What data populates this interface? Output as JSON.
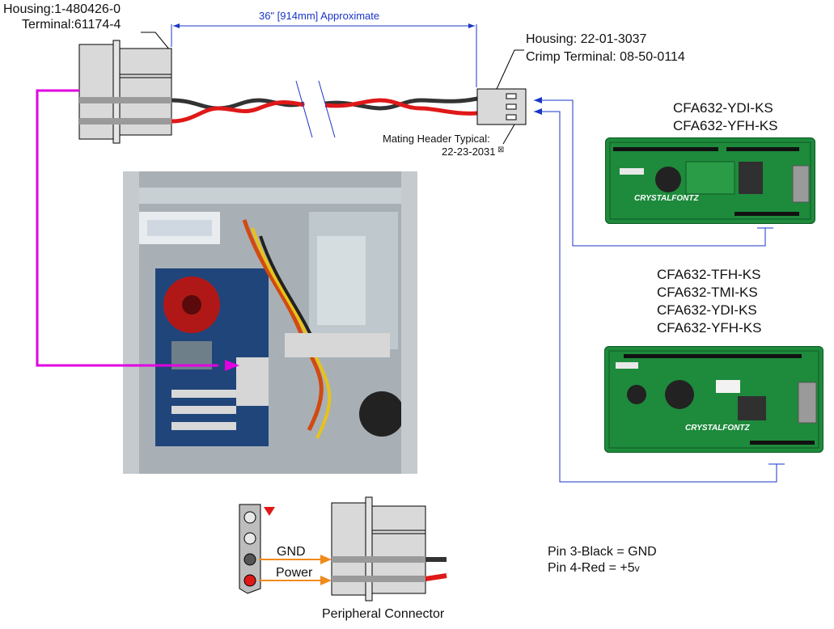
{
  "labels": {
    "housing_left": "Housing:1-480426-0",
    "terminal_left": "Terminal:61174-4",
    "dimension": "36\" [914mm] Approximate",
    "housing_right": "Housing: 22-01-3037",
    "crimp_terminal": "Crimp Terminal: 08-50-0114",
    "mating_header": "Mating Header Typical:",
    "mating_header_pn": "22-23-2031",
    "peripheral_connector": "Peripheral Connector",
    "gnd": "GND",
    "power": "Power"
  },
  "modules": {
    "group1": [
      "CFA632-YDI-KS",
      "CFA632-YFH-KS"
    ],
    "group2": [
      "CFA632-TFH-KS",
      "CFA632-TMI-KS",
      "CFA632-YDI-KS",
      "CFA632-YFH-KS"
    ],
    "pcb_brand": "CRYSTALFONTZ"
  },
  "pin_notes": {
    "pin3": "Pin 3-Black = GND",
    "pin4_prefix": "Pin 4-Red = +5",
    "pin4_unit": "v"
  },
  "colors": {
    "dimension_line": "#1a35c8",
    "signal_line": "#e000e0",
    "wire_red": "#e01818",
    "wire_black": "#333333",
    "arrow_orange": "#f08a1c",
    "pcb_green": "#1e8a3c",
    "connector_gray": "#d9d9d9"
  }
}
